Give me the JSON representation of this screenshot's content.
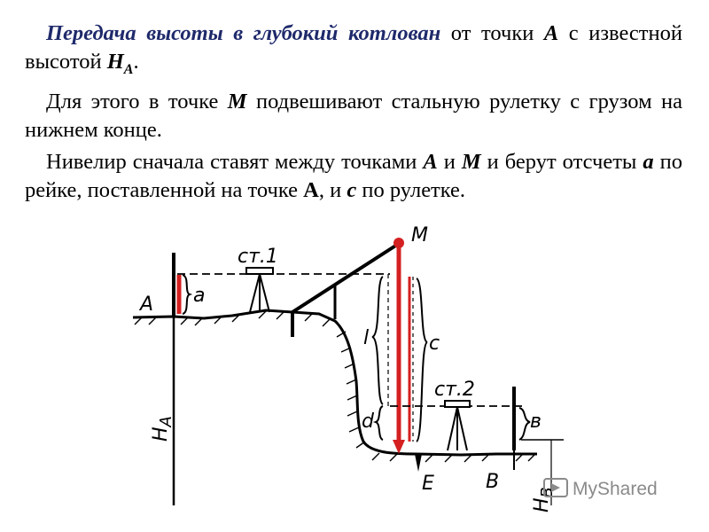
{
  "paragraph1": {
    "title": "Передача высоты в глубокий котлован",
    "mid": " от точки ",
    "pointA": "А",
    "end": " с известной высотой ",
    "heightH": "Н",
    "heightSub": "А",
    "period": "."
  },
  "paragraph2": {
    "start": "Для этого в точке ",
    "pointM": "М",
    "end": " подвешивают стальную рулетку с грузом на нижнем конце."
  },
  "paragraph3": {
    "start": "Нивелир сначала ставят между точками ",
    "pointA": "А",
    "and1": " и ",
    "pointM": "М",
    "mid": " и берут отсчеты ",
    "readA": "а",
    "mid2": " по рейке, поставленной на точке ",
    "pointA2": "А",
    "mid3": ", и ",
    "readC": "с",
    "end": " по рулетке."
  },
  "diagram": {
    "label_M": "M",
    "label_A": "A",
    "label_a": "a",
    "label_st1": "ст.1",
    "label_st2": "ст.2",
    "label_l": "l",
    "label_c": "c",
    "label_d": "d",
    "label_b": "в",
    "label_E": "E",
    "label_B": "B",
    "label_HA": "H",
    "label_HA_sub": "A",
    "label_HB": "H",
    "label_HB_sub": "B",
    "accent_color": "#d42020"
  },
  "watermark": {
    "text": "MyShared"
  }
}
